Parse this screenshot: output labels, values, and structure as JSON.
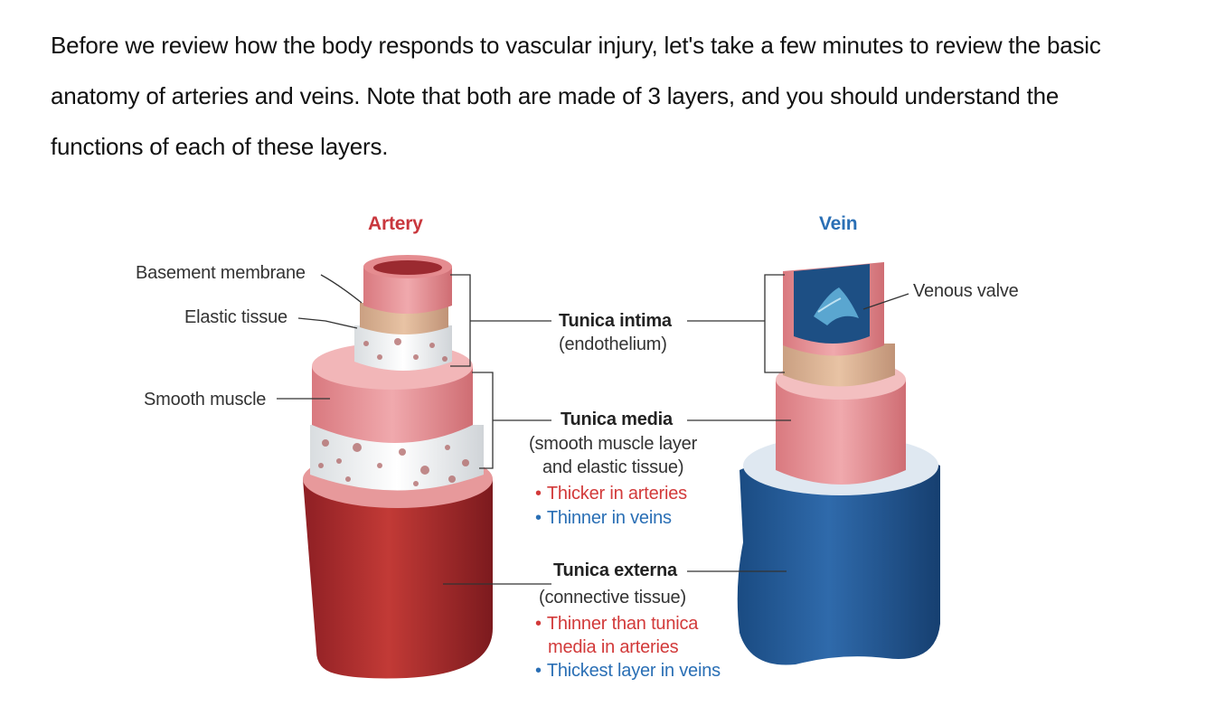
{
  "intro_text": "Before we review how the body responds to vascular injury, let's take a few minutes to review the basic anatomy of arteries and veins. Note that both are made of 3 layers, and you should understand the functions of each of these layers.",
  "diagram": {
    "artery": {
      "title": "Artery",
      "labels": {
        "basement_membrane": "Basement membrane",
        "elastic_tissue": "Elastic tissue",
        "smooth_muscle": "Smooth muscle"
      }
    },
    "vein": {
      "title": "Vein",
      "labels": {
        "venous_valve": "Venous valve"
      }
    },
    "tunica_intima": {
      "name": "Tunica intima",
      "desc": "(endothelium)"
    },
    "tunica_media": {
      "name": "Tunica media",
      "desc_line1": "(smooth muscle layer",
      "desc_line2": "and elastic tissue)",
      "note_artery": "Thicker in arteries",
      "note_vein": "Thinner in veins"
    },
    "tunica_externa": {
      "name": "Tunica externa",
      "desc": "(connective tissue)",
      "note_artery_line1": "Thinner than tunica",
      "note_artery_line2": "media in arteries",
      "note_vein": "Thickest layer in veins"
    },
    "bullet": "•"
  },
  "colors": {
    "artery_title": "#c9373d",
    "vein_title": "#2a6fb5",
    "artery_note": "#d23a3a",
    "vein_note": "#2a6fb5",
    "artery_externa": "#a52a2a",
    "vein_externa": "#1f5692",
    "media_pink": "#e89499"
  }
}
